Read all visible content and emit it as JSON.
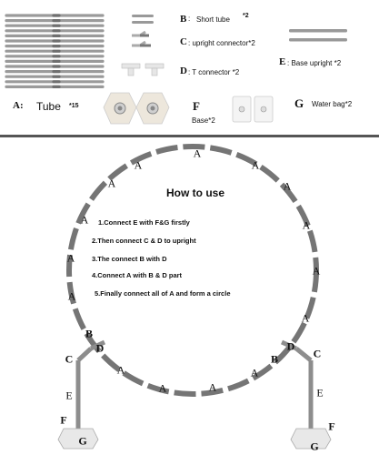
{
  "parts_panel": {
    "tube": {
      "letter": "A:",
      "name": "Tube",
      "qty": "*15"
    },
    "short_tube": {
      "letter": "B",
      "sep": ":",
      "name": "Short tube",
      "qty": "*2"
    },
    "upright_connector": {
      "letter": "C",
      "name": ": upright connector*2"
    },
    "t_connector": {
      "letter": "D",
      "name": ": T connector *2"
    },
    "base_upright": {
      "letter": "E",
      "name": ": Base upright *2"
    },
    "base": {
      "letter": "F",
      "name": "Base*2"
    },
    "water_bag": {
      "letter": "G",
      "name": "Water bag*2"
    }
  },
  "instructions": {
    "title": "How to use",
    "steps": [
      "1.Connect  E with F&G firstly",
      "2.Then connect C & D to upright",
      "3.The connect B with D",
      "4.Connect A with B & D part",
      "5.Finally connect all of A and form a circle"
    ]
  },
  "diagram_labels": {
    "a": "A",
    "b": "B",
    "c": "C",
    "d": "D",
    "e": "E",
    "f": "F",
    "g": "G"
  }
}
